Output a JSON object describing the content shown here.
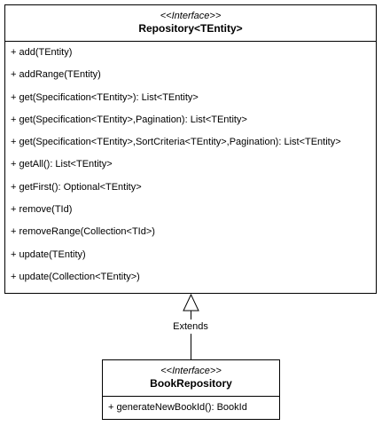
{
  "repository": {
    "stereotype": "<<Interface>>",
    "name": "Repository<TEntity>",
    "operations": [
      "+ add(TEntity)",
      "+ addRange(TEntity)",
      "+ get(Specification<TEntity>): List<TEntity>",
      "+ get(Specification<TEntity>,Pagination): List<TEntity>",
      "+ get(Specification<TEntity>,SortCriteria<TEntity>,Pagination): List<TEntity>",
      "+ getAll(): List<TEntity>",
      "+ getFirst(): Optional<TEntity>",
      "+ remove(TId)",
      "+ removeRange(Collection<TId>)",
      "+ update(TEntity)",
      "+ update(Collection<TEntity>)"
    ]
  },
  "book_repository": {
    "stereotype": "<<Interface>>",
    "name": "BookRepository",
    "operations": [
      "+ generateNewBookId(): BookId"
    ]
  },
  "relation": {
    "label": "Extends"
  }
}
